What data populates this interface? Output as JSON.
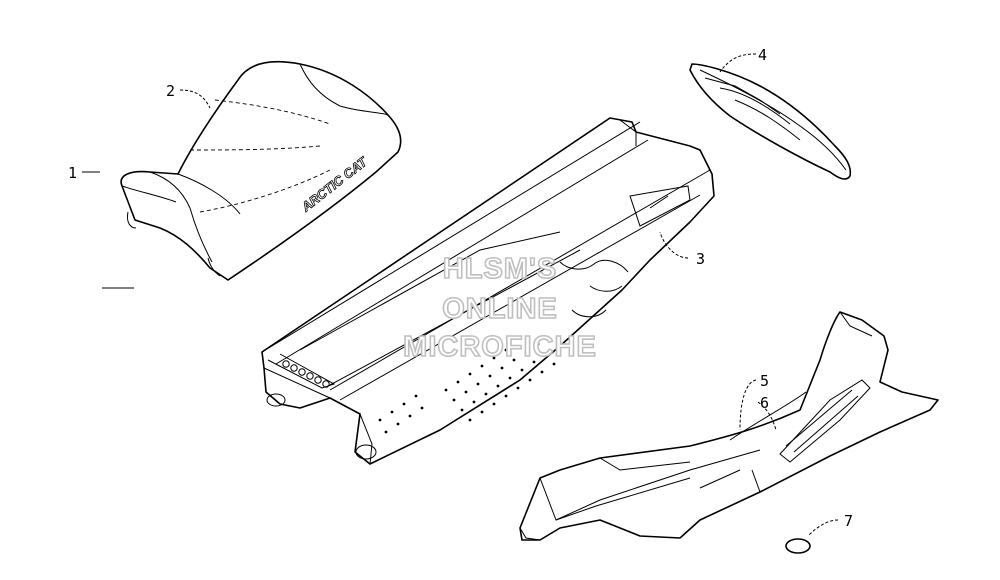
{
  "callouts": [
    "1",
    "2",
    "3",
    "4",
    "5",
    "6",
    "7"
  ],
  "seat_logo": "ARCTIC CAT",
  "watermark": [
    "HLSM'S",
    "ONLINE",
    "MICROFICHE"
  ]
}
